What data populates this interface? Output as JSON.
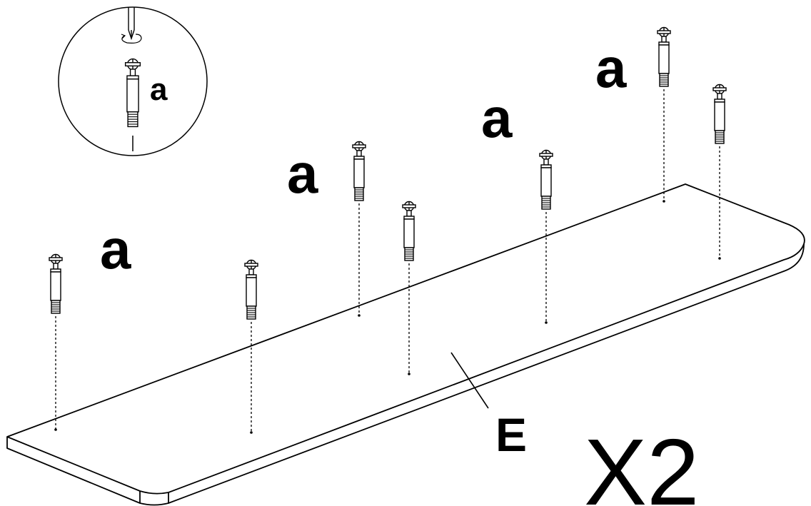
{
  "diagram": {
    "part_label": "E",
    "quantity_label": "X2",
    "fitting_label": "a",
    "detail_label": "a",
    "fitting_label_count": 4,
    "fitting_count": 8,
    "line_color": "#000000",
    "background": "#ffffff"
  }
}
